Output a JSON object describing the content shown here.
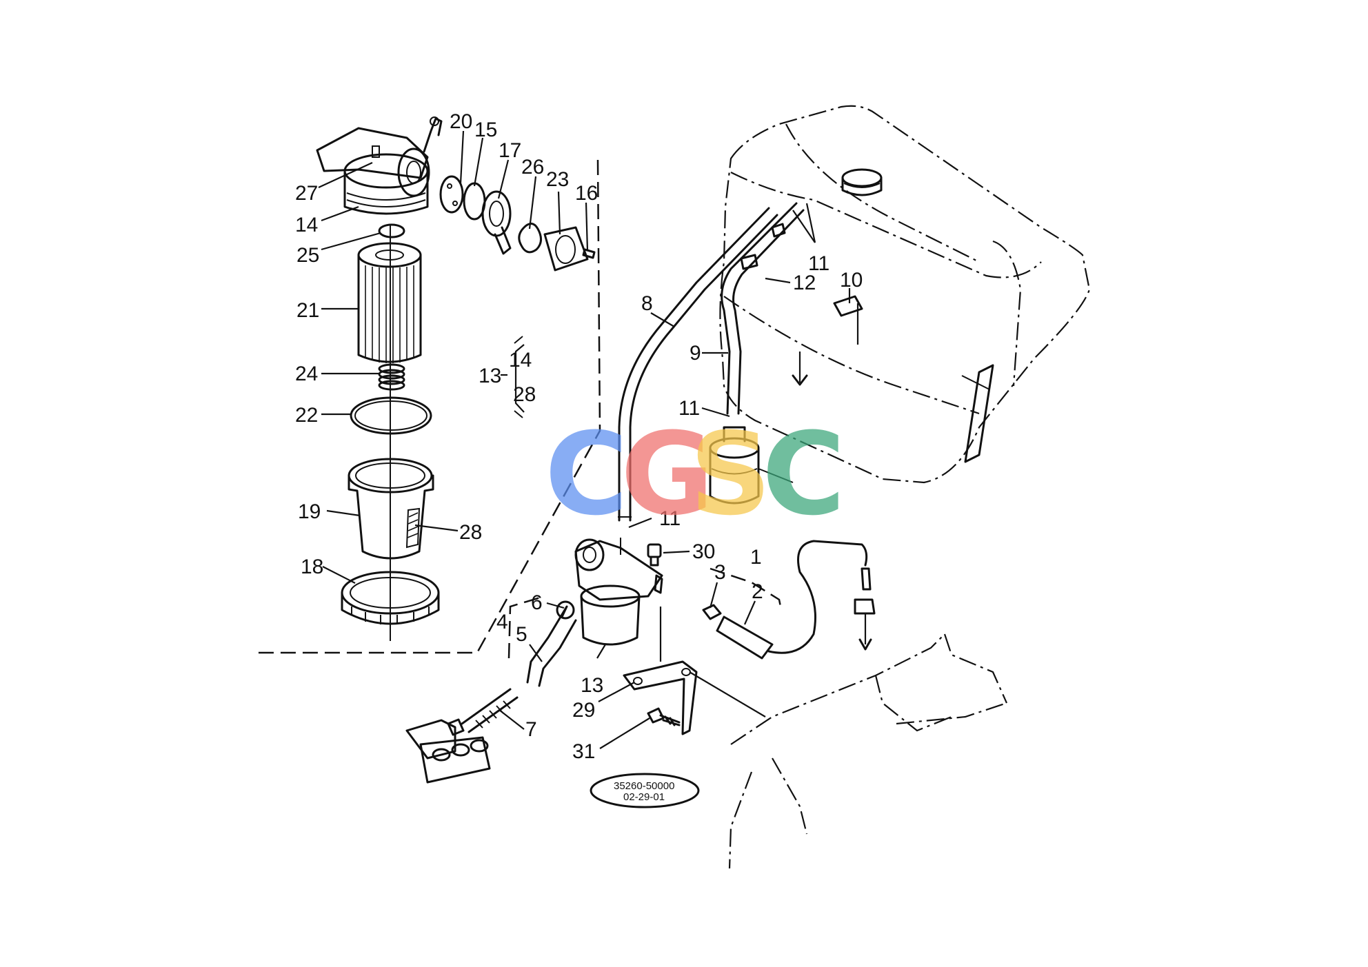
{
  "diagram": {
    "callouts": [
      {
        "id": "c20",
        "label": "20"
      },
      {
        "id": "c15",
        "label": "15"
      },
      {
        "id": "c17",
        "label": "17"
      },
      {
        "id": "c26",
        "label": "26"
      },
      {
        "id": "c23",
        "label": "23"
      },
      {
        "id": "c16",
        "label": "16"
      },
      {
        "id": "c27",
        "label": "27"
      },
      {
        "id": "c14",
        "label": "14"
      },
      {
        "id": "c25",
        "label": "25"
      },
      {
        "id": "c21",
        "label": "21"
      },
      {
        "id": "c24",
        "label": "24"
      },
      {
        "id": "c22",
        "label": "22"
      },
      {
        "id": "c19",
        "label": "19"
      },
      {
        "id": "c28",
        "label": "28"
      },
      {
        "id": "c18",
        "label": "18"
      },
      {
        "id": "c13a",
        "label": "13"
      },
      {
        "id": "c14b",
        "label": "14"
      },
      {
        "id": "c28b",
        "label": "28"
      },
      {
        "id": "c8",
        "label": "8"
      },
      {
        "id": "c9",
        "label": "9"
      },
      {
        "id": "c11a",
        "label": "11"
      },
      {
        "id": "c12",
        "label": "12"
      },
      {
        "id": "c10",
        "label": "10"
      },
      {
        "id": "c11b",
        "label": "11"
      },
      {
        "id": "c11c",
        "label": "11"
      },
      {
        "id": "c30",
        "label": "30"
      },
      {
        "id": "c1",
        "label": "1"
      },
      {
        "id": "c3",
        "label": "3"
      },
      {
        "id": "c2",
        "label": "2"
      },
      {
        "id": "c6",
        "label": "6"
      },
      {
        "id": "c4",
        "label": "4"
      },
      {
        "id": "c5",
        "label": "5"
      },
      {
        "id": "c13b",
        "label": "13"
      },
      {
        "id": "c29",
        "label": "29"
      },
      {
        "id": "c7",
        "label": "7"
      },
      {
        "id": "c31",
        "label": "31"
      }
    ],
    "reference_code": {
      "line1": "35260-50000",
      "line2": "02-29-01"
    },
    "watermark": {
      "letters": [
        {
          "char": "C",
          "color": "#5b8ef0"
        },
        {
          "char": "G",
          "color": "#ef6f6c"
        },
        {
          "char": "S",
          "color": "#f6c74a"
        },
        {
          "char": "C",
          "color": "#3aa67a"
        }
      ]
    },
    "line_color": "#111111",
    "background": "#ffffff"
  }
}
